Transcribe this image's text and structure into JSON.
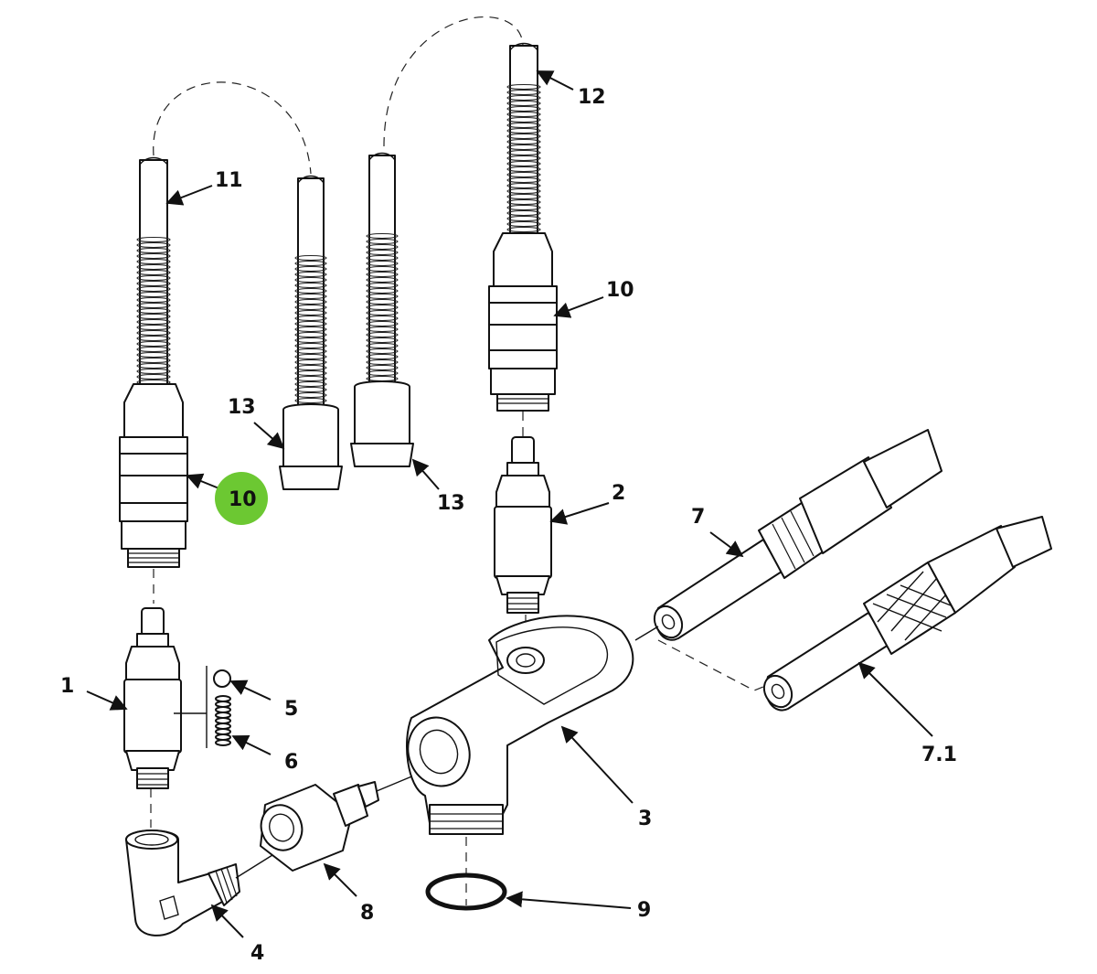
{
  "highlight_color": "#6cc832",
  "line_color": "#111111",
  "callouts": {
    "c1": "1",
    "c2": "2",
    "c3": "3",
    "c4": "4",
    "c5": "5",
    "c6": "6",
    "c7": "7",
    "c71": "7.1",
    "c8": "8",
    "c9": "9",
    "c10a": "10",
    "c10b": "10",
    "c11": "11",
    "c12": "12",
    "c13a": "13",
    "c13b": "13"
  }
}
